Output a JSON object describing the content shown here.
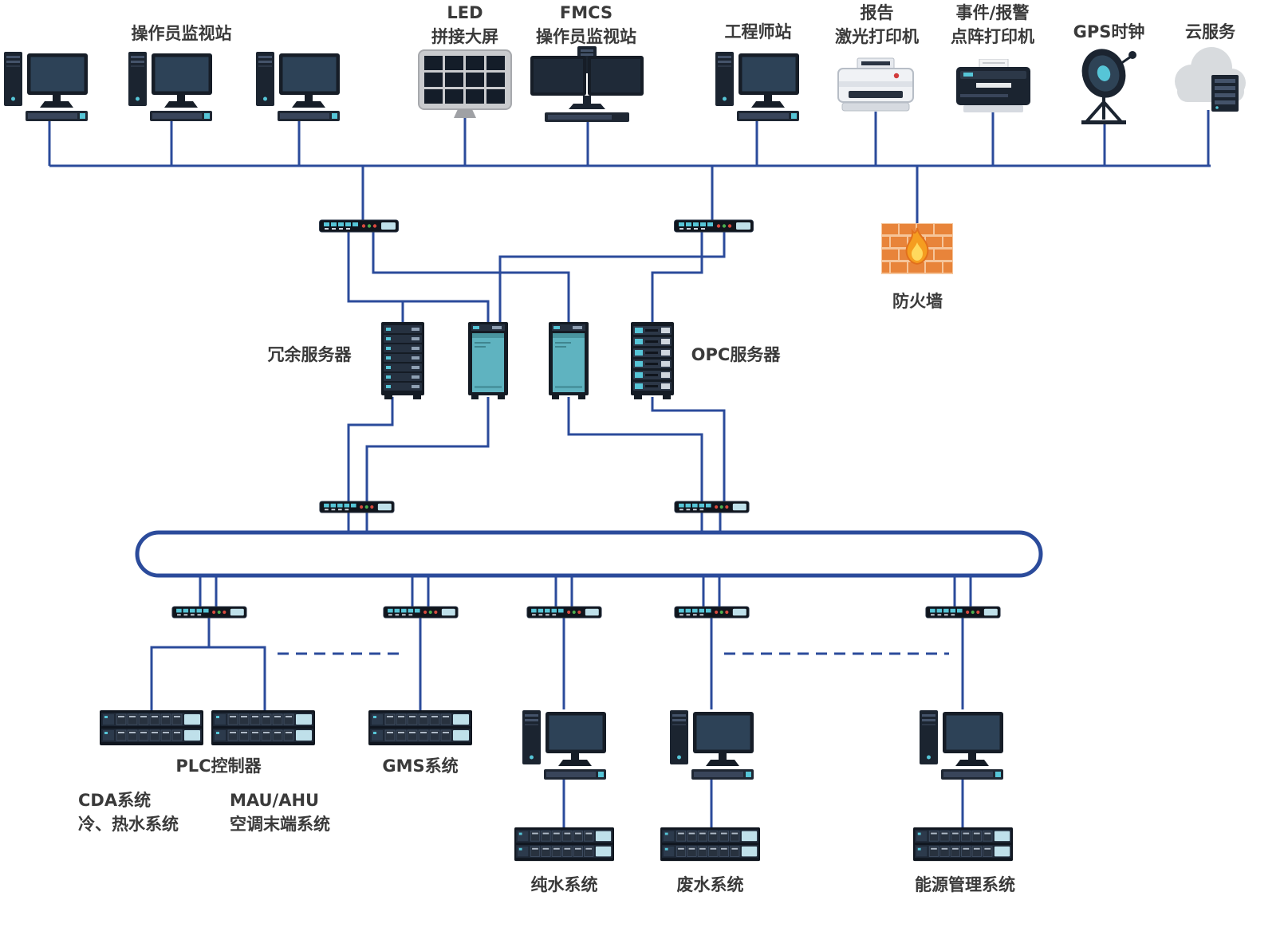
{
  "labels": {
    "operator_station": "操作员监视站",
    "led_wall": "LED\n拼接大屏",
    "fmcs_station": "FMCS\n操作员监视站",
    "engineer_station": "工程师站",
    "laser_printer": "报告\n激光打印机",
    "dot_matrix_printer": "事件/报警\n点阵打印机",
    "gps_clock": "GPS时钟",
    "cloud_service": "云服务",
    "firewall": "防火墙",
    "redundant_server": "冗余服务器",
    "opc_server": "OPC服务器",
    "plc_controller": "PLC控制器",
    "gms_system": "GMS系统",
    "cda_system": "CDA系统\n冷、热水系统",
    "mau_ahu_system": "MAU/AHU\n空调末端系统",
    "pure_water_system": "纯水系统",
    "waste_water_system": "废水系统",
    "energy_management_system": "能源管理系统"
  },
  "colors": {
    "wire_blue": "#2b4b9b",
    "label_gray": "#3a3a3a",
    "device_dark": "#141b24",
    "accent_teal": "#56c5d7",
    "firewall_orange": "#e8843a",
    "flame_yellow": "#ffd95e"
  }
}
